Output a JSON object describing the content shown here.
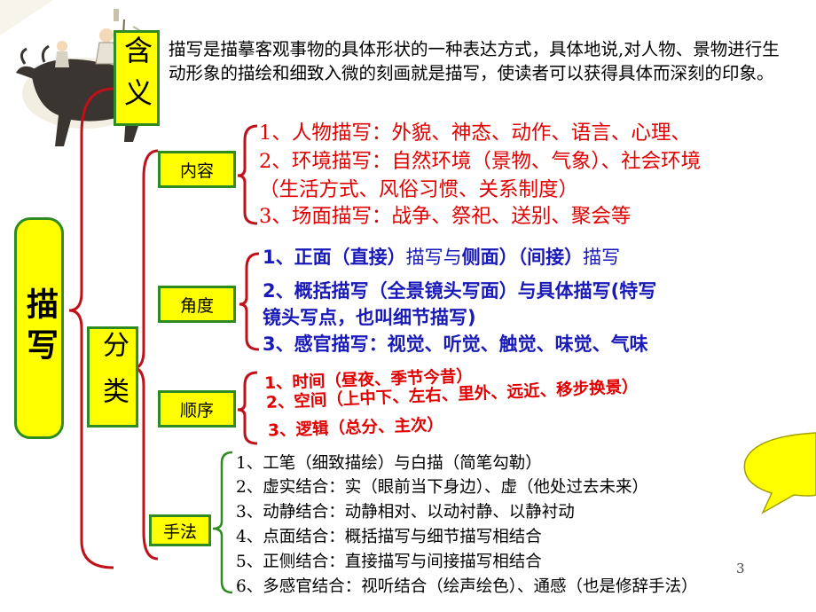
{
  "root": {
    "title": "描写"
  },
  "meaning": {
    "label": "含义",
    "text": "描写是描摹客观事物的具体形状的一种表达方式，具体地说,对人物、景物进行生动形象的描绘和细致入微的刻画就是描写，使读者可以获得具体而深刻的印象。"
  },
  "classification": {
    "label": "分类"
  },
  "content": {
    "label": "内容",
    "items": [
      "1、人物描写：外貌、神态、动作、语言、心理、",
      "2、环境描写：自然环境（景物、气象）、社会环境",
      "（生活方式、风俗习惯、关系制度）",
      "3、场面描写：战争、祭祀、送别、聚会等"
    ]
  },
  "angle": {
    "label": "角度",
    "item1": {
      "a": "1、正面（直接）",
      "b": "描写与",
      "c": "侧面）（间接）",
      "d": "描写"
    },
    "item2a": "2、概括描写（全景镜头写面）与具体描写(特写",
    "item2b": "镜头写点，也叫细节描写)",
    "item3": "3、感官描写：视觉、听觉、触觉、味觉、气味"
  },
  "order": {
    "label": "顺序",
    "items": [
      "1、时间（昼夜、季节今昔）",
      "2、空间（上中下、左右、里外、远近、移步换景）",
      "3、逻辑（总分、主次）"
    ]
  },
  "technique": {
    "label": "手法",
    "items": [
      "1、工笔（细致描绘）与白描（简笔勾勒）",
      "2、虚实结合：实（眼前当下身边）、虚（他处过去未来）",
      "3、动静结合：动静相对、以动衬静、以静衬动",
      "4、点面结合：概括描写与细节描写相结合",
      "5、正侧结合：直接描写与间接描写相结合",
      "6、多感官结合：视听结合（绘声绘色）、通感（也是修辞手法）"
    ]
  },
  "page_number": "3",
  "colors": {
    "yellow": "#ffff00",
    "green_border": "#2e8b1f",
    "red": "#e20000",
    "blue": "#1a1ab8",
    "brace": "#c0101a"
  }
}
